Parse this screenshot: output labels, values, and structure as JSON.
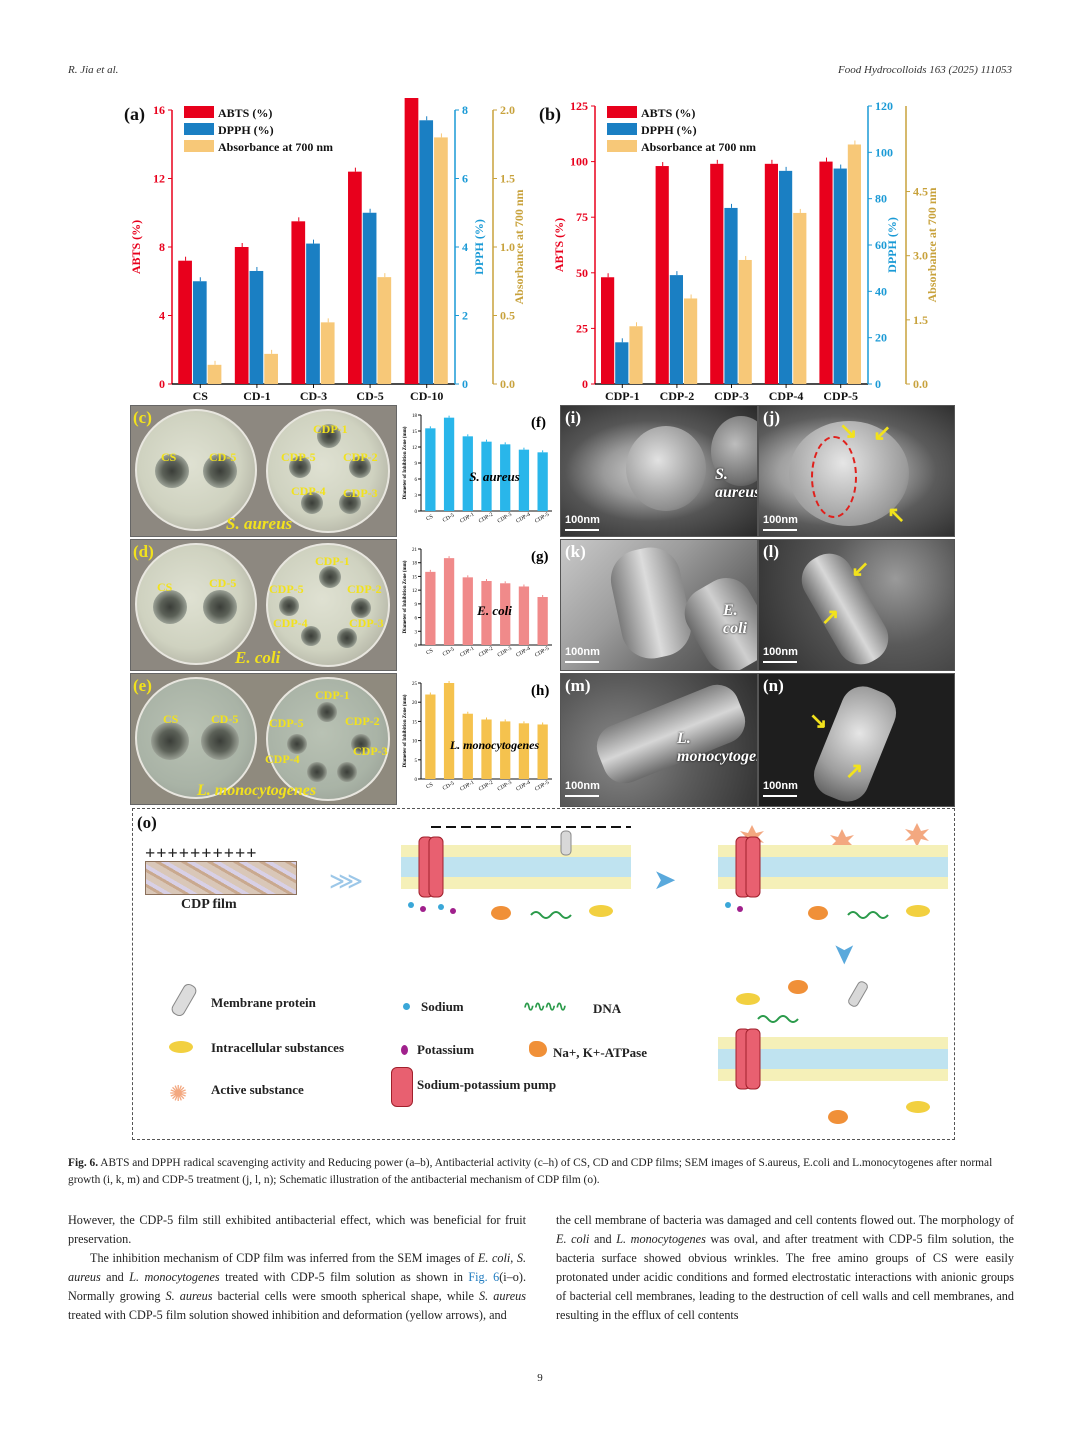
{
  "header": {
    "left": "R. Jia et al.",
    "right": "Food Hydrocolloids 163 (2025) 111053"
  },
  "panels": {
    "a": "(a)",
    "b": "(b)",
    "c": "(c)",
    "d": "(d)",
    "e": "(e)",
    "f": "(f)",
    "g": "(g)",
    "h": "(h)",
    "i": "(i)",
    "j": "(j)",
    "k": "(k)",
    "l": "(l)",
    "m": "(m)",
    "n": "(n)",
    "o": "(o)"
  },
  "legend": {
    "abts": "ABTS (%)",
    "dpph": "DPPH (%)",
    "abs": "Absorbance at 700 nm"
  },
  "colors": {
    "abts": "#e8001c",
    "dpph": "#1a7fc3",
    "abs": "#f7c878",
    "f_bar": "#29b6ea",
    "g_bar": "#f08a8a",
    "h_bar": "#f5c24e",
    "dpph_axis": "#1a9ad6",
    "abs_axis": "#c8a23c"
  },
  "chart_data": [
    {
      "type": "bar",
      "panel": "(a)",
      "categories": [
        "CS",
        "CD-1",
        "CD-3",
        "CD-5",
        "CD-10"
      ],
      "series": [
        {
          "name": "ABTS (%)",
          "axis": "left",
          "values": [
            7.2,
            8.0,
            9.5,
            12.4,
            17.0
          ]
        },
        {
          "name": "DPPH (%)",
          "axis": "right1",
          "values": [
            3.0,
            3.3,
            4.1,
            5.0,
            7.7
          ]
        },
        {
          "name": "Absorbance at 700 nm",
          "axis": "right2",
          "values": [
            0.14,
            0.22,
            0.45,
            0.78,
            1.8
          ]
        }
      ],
      "ylabel": "ABTS (%)",
      "ylim": [
        0,
        16
      ],
      "yticks": [
        0,
        4,
        8,
        12,
        16
      ],
      "y2label": "DPPH (%)",
      "y2lim": [
        0,
        8
      ],
      "y2ticks": [
        0,
        2,
        4,
        6,
        8
      ],
      "y3label": "Absorbance at 700 nm",
      "y3lim": [
        0,
        2.0
      ],
      "y3ticks": [
        "0.0",
        "0.5",
        "1.0",
        "1.5",
        "2.0"
      ]
    },
    {
      "type": "bar",
      "panel": "(b)",
      "categories": [
        "CDP-1",
        "CDP-2",
        "CDP-3",
        "CDP-4",
        "CDP-5"
      ],
      "series": [
        {
          "name": "ABTS (%)",
          "axis": "left",
          "values": [
            48,
            98,
            99,
            99,
            100
          ]
        },
        {
          "name": "DPPH (%)",
          "axis": "right1",
          "values": [
            18,
            47,
            76,
            92,
            93
          ]
        },
        {
          "name": "Absorbance at 700 nm",
          "axis": "right2",
          "values": [
            1.35,
            2.0,
            2.9,
            4.0,
            5.6
          ]
        }
      ],
      "ylabel": "ABTS (%)",
      "ylim": [
        0,
        125
      ],
      "yticks": [
        0,
        25,
        50,
        75,
        100,
        125
      ],
      "y2label": "DPPH (%)",
      "y2lim": [
        0,
        120
      ],
      "y2ticks": [
        0,
        20,
        40,
        60,
        80,
        100,
        120
      ],
      "y3label": "Absorbance at 700 nm",
      "y3lim": [
        0,
        6.5
      ],
      "y3ticks": [
        "0.0",
        "1.5",
        "3.0",
        "4.5"
      ]
    },
    {
      "type": "bar",
      "panel": "(f)",
      "label": "S. aureus",
      "categories": [
        "CS",
        "CD-5",
        "CDP-1",
        "CDP-2",
        "CDP-3",
        "CDP-4",
        "CDP-5"
      ],
      "values": [
        15.5,
        17.5,
        14.0,
        13.0,
        12.5,
        11.5,
        11.0
      ],
      "ylabel": "Diameter of Inhibition Zone (mm)",
      "ylim": [
        0,
        18
      ],
      "yticks": [
        0,
        3,
        6,
        9,
        12,
        15,
        18
      ]
    },
    {
      "type": "bar",
      "panel": "(g)",
      "label": "E. coli",
      "categories": [
        "CS",
        "CD-5",
        "CDP-1",
        "CDP-2",
        "CDP-3",
        "CDP-4",
        "CDP-5"
      ],
      "values": [
        16.0,
        19.0,
        14.8,
        14.0,
        13.5,
        12.8,
        10.5
      ],
      "ylabel": "Diameter of Inhibition Zone (mm)",
      "ylim": [
        0,
        21
      ],
      "yticks": [
        0,
        3,
        6,
        9,
        12,
        15,
        18,
        21
      ]
    },
    {
      "type": "bar",
      "panel": "(h)",
      "label": "L. monocytogenes",
      "categories": [
        "CS",
        "CD-5",
        "CDP-1",
        "CDP-2",
        "CDP-3",
        "CDP-4",
        "CDP-5"
      ],
      "values": [
        22.0,
        25.0,
        17.0,
        15.5,
        15.0,
        14.5,
        14.2
      ],
      "ylabel": "Diameter of Inhibition Zone (mm)",
      "ylim": [
        0,
        25
      ],
      "yticks": [
        0,
        5,
        10,
        15,
        20,
        25
      ]
    }
  ],
  "plates": {
    "c": {
      "org": "S. aureus",
      "left": [
        "CS",
        "CD-5"
      ],
      "right": [
        "CDP-1",
        "CDP-5",
        "CDP-2",
        "CDP-4",
        "CDP-3"
      ]
    },
    "d": {
      "org": "E. coli",
      "left": [
        "CS",
        "CD-5"
      ],
      "right": [
        "CDP-1",
        "CDP-5",
        "CDP-2",
        "CDP-4",
        "CDP-3"
      ]
    },
    "e": {
      "org": "L. monocytogenes",
      "left": [
        "CS",
        "CD-5"
      ],
      "right": [
        "CDP-1",
        "CDP-5",
        "CDP-2",
        "CDP-4",
        "CDP-3"
      ]
    }
  },
  "sem": {
    "scale": "100nm",
    "i_org": "S. aureus",
    "k_org": "E. coli",
    "m_org": "L. monocytogenes"
  },
  "schematic": {
    "charges": "++++++++++",
    "film": "CDP film",
    "legend": {
      "membrane_protein": "Membrane protein",
      "intracellular": "Intracellular substances",
      "active": "Active substance",
      "sodium": "Sodium",
      "potassium": "Potassium",
      "pump": "Sodium-potassium pump",
      "dna": "DNA",
      "atpase": "Na+, K+-ATPase"
    }
  },
  "caption": {
    "label": "Fig. 6.",
    "text": "ABTS and DPPH radical scavenging activity and Reducing power (a–b), Antibacterial activity (c–h) of CS, CD and CDP films; SEM images of S.aureus, E.coli and L.monocytogenes after normal growth (i, k, m) and CDP-5 treatment (j, l, n); Schematic illustration of the antibacterial mechanism of CDP film (o)."
  },
  "body": {
    "left_p1": "However, the CDP-5 film still exhibited antibacterial effect, which was beneficial for fruit preservation.",
    "left_p2a": "The inhibition mechanism of CDP film was inferred from the SEM images of ",
    "left_p2_ec": "E. coli",
    "left_p2_sep1": ", ",
    "left_p2_sa": "S. aureus",
    "left_p2_and": " and ",
    "left_p2_lm": "L. monocytogenes",
    "left_p2b": " treated with CDP-5 film solution as shown in ",
    "left_p2_link": "Fig. 6",
    "left_p2c": "(i–o). Normally growing ",
    "left_p2_sa2": "S. aureus",
    "left_p2d": " bacterial cells were smooth spherical shape, while ",
    "left_p2_sa3": "S. aureus",
    "left_p2e": " treated with CDP-5 film solution showed inhibition and deformation (yellow arrows), and",
    "right_a": "the cell membrane of bacteria was damaged and cell contents flowed out. The morphology of ",
    "right_ec": "E. coli",
    "right_and": " and ",
    "right_lm": "L. monocytogenes",
    "right_b": " was oval, and after treatment with CDP-5 film solution, the bacteria surface showed obvious wrinkles. The free amino groups of CS were easily protonated under acidic conditions and formed electrostatic interactions with anionic groups of bacterial cell membranes, leading to the destruction of cell walls and cell membranes, and resulting in the efflux of cell contents"
  },
  "page_number": "9"
}
